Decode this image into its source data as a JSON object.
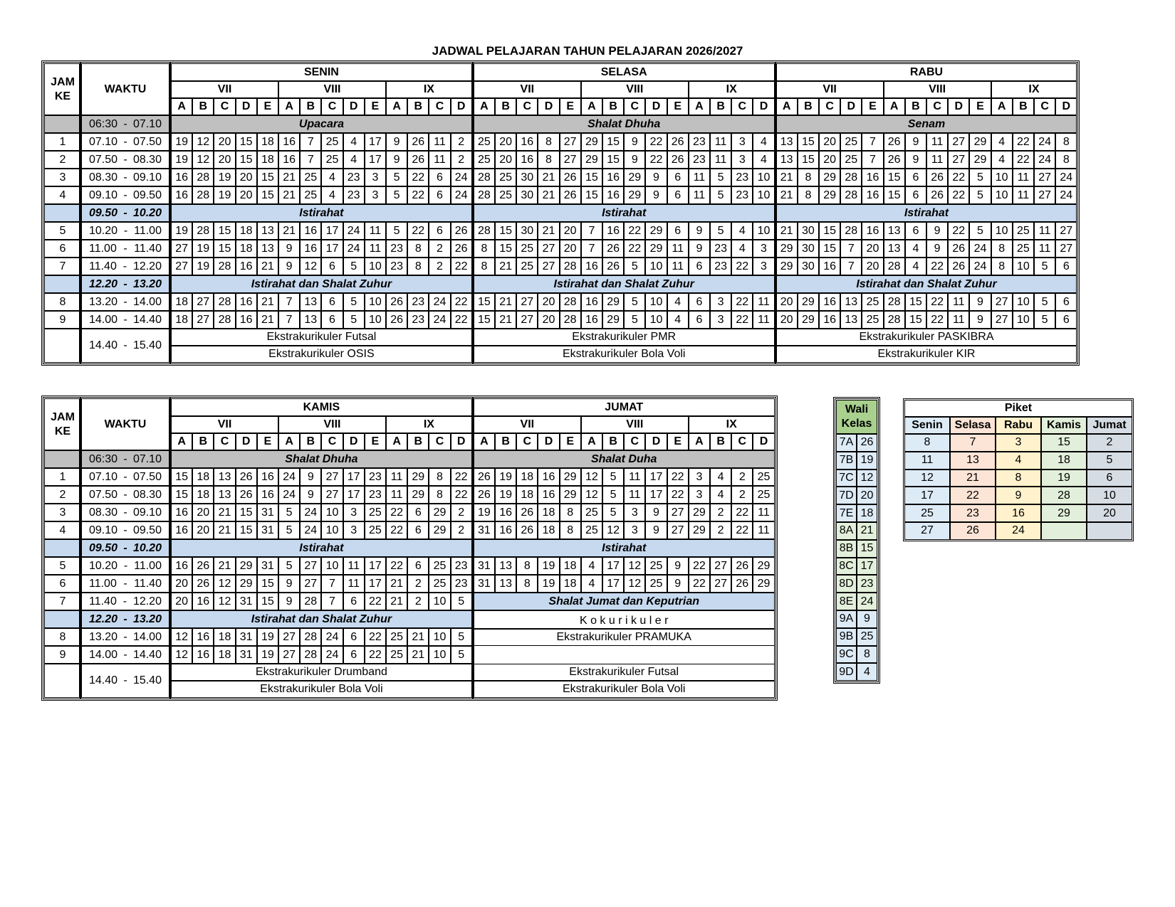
{
  "title": "JADWAL PELAJARAN TAHUN PELAJARAN 2026/2027",
  "labels": {
    "jam": "JAM",
    "ke": "KE",
    "waktu": "WAKTU",
    "grades": [
      "VII",
      "VIII",
      "IX"
    ],
    "classes": [
      [
        "A",
        "B",
        "C",
        "D",
        "E"
      ],
      [
        "A",
        "B",
        "C",
        "D",
        "E"
      ],
      [
        "A",
        "B",
        "C",
        "D"
      ]
    ],
    "dash": "-"
  },
  "rows": [
    {
      "jam": "",
      "start": "06:30",
      "end": "07.10",
      "type": "special"
    },
    {
      "jam": "1",
      "start": "07.10",
      "end": "07.50",
      "type": "lesson"
    },
    {
      "jam": "2",
      "start": "07.50",
      "end": "08.30",
      "type": "lesson"
    },
    {
      "jam": "3",
      "start": "08.30",
      "end": "09.10",
      "type": "lesson"
    },
    {
      "jam": "4",
      "start": "09.10",
      "end": "09.50",
      "type": "lesson"
    },
    {
      "jam": "",
      "start": "09.50",
      "end": "10.20",
      "type": "break"
    },
    {
      "jam": "5",
      "start": "10.20",
      "end": "11.00",
      "type": "lesson"
    },
    {
      "jam": "6",
      "start": "11.00",
      "end": "11.40",
      "type": "lesson"
    },
    {
      "jam": "7",
      "start": "11.40",
      "end": "12.20",
      "type": "lesson"
    },
    {
      "jam": "",
      "start": "12.20",
      "end": "13.20",
      "type": "break"
    },
    {
      "jam": "8",
      "start": "13.20",
      "end": "14.00",
      "type": "lesson"
    },
    {
      "jam": "9",
      "start": "14.00",
      "end": "14.40",
      "type": "lesson"
    },
    {
      "jam": "",
      "start": "14.40",
      "end": "15.40",
      "type": "ekskul"
    }
  ],
  "table1": {
    "days": [
      {
        "name": "SENIN",
        "special": "Upacara",
        "break1": "Istirahat",
        "break2": "Istirahat dan Shalat Zuhur",
        "ekskul": [
          "Ekstrakurikuler Futsal",
          "Ekstrakurikuler OSIS"
        ],
        "lessons": [
          [
            19,
            12,
            20,
            15,
            18,
            16,
            7,
            25,
            4,
            17,
            9,
            26,
            11,
            2
          ],
          [
            19,
            12,
            20,
            15,
            18,
            16,
            7,
            25,
            4,
            17,
            9,
            26,
            11,
            2
          ],
          [
            16,
            28,
            19,
            20,
            15,
            21,
            25,
            4,
            23,
            3,
            5,
            22,
            6,
            24
          ],
          [
            16,
            28,
            19,
            20,
            15,
            21,
            25,
            4,
            23,
            3,
            5,
            22,
            6,
            24
          ],
          [
            19,
            28,
            15,
            18,
            13,
            21,
            16,
            17,
            24,
            11,
            5,
            22,
            6,
            26
          ],
          [
            27,
            19,
            15,
            18,
            13,
            9,
            16,
            17,
            24,
            11,
            23,
            8,
            2,
            26
          ],
          [
            27,
            19,
            28,
            16,
            21,
            9,
            12,
            6,
            5,
            10,
            23,
            8,
            2,
            22
          ],
          [
            18,
            27,
            28,
            16,
            21,
            7,
            13,
            6,
            5,
            10,
            26,
            23,
            24,
            22
          ],
          [
            18,
            27,
            28,
            16,
            21,
            7,
            13,
            6,
            5,
            10,
            26,
            23,
            24,
            22
          ]
        ]
      },
      {
        "name": "SELASA",
        "special": "Shalat Dhuha",
        "break1": "Istirahat",
        "break2": "Istirahat dan Shalat Zuhur",
        "ekskul": [
          "Ekstrakurikuler PMR",
          "Ekstrakurikuler Bola Voli"
        ],
        "lessons": [
          [
            25,
            20,
            16,
            8,
            27,
            29,
            15,
            9,
            22,
            26,
            23,
            11,
            3,
            4
          ],
          [
            25,
            20,
            16,
            8,
            27,
            29,
            15,
            9,
            22,
            26,
            23,
            11,
            3,
            4
          ],
          [
            28,
            25,
            30,
            21,
            26,
            15,
            16,
            29,
            9,
            6,
            11,
            5,
            23,
            10
          ],
          [
            28,
            25,
            30,
            21,
            26,
            15,
            16,
            29,
            9,
            6,
            11,
            5,
            23,
            10
          ],
          [
            28,
            15,
            30,
            21,
            20,
            7,
            16,
            22,
            29,
            6,
            9,
            5,
            4,
            10
          ],
          [
            8,
            15,
            25,
            27,
            20,
            7,
            26,
            22,
            29,
            11,
            9,
            23,
            4,
            3
          ],
          [
            8,
            21,
            25,
            27,
            28,
            16,
            26,
            5,
            10,
            11,
            6,
            23,
            22,
            3
          ],
          [
            15,
            21,
            27,
            20,
            28,
            16,
            29,
            5,
            10,
            4,
            6,
            3,
            22,
            11
          ],
          [
            15,
            21,
            27,
            20,
            28,
            16,
            29,
            5,
            10,
            4,
            6,
            3,
            22,
            11
          ]
        ]
      },
      {
        "name": "RABU",
        "special": "Senam",
        "break1": "Istirahat",
        "break2": "Istirahat dan Shalat Zuhur",
        "ekskul": [
          "Ekstrakurikuler PASKIBRA",
          "Ekstrakurikuler KIR"
        ],
        "lessons": [
          [
            13,
            15,
            20,
            25,
            7,
            26,
            9,
            11,
            27,
            29,
            4,
            22,
            24,
            8
          ],
          [
            13,
            15,
            20,
            25,
            7,
            26,
            9,
            11,
            27,
            29,
            4,
            22,
            24,
            8
          ],
          [
            21,
            8,
            29,
            28,
            16,
            15,
            6,
            26,
            22,
            5,
            10,
            11,
            27,
            24
          ],
          [
            21,
            8,
            29,
            28,
            16,
            15,
            6,
            26,
            22,
            5,
            10,
            11,
            27,
            24
          ],
          [
            21,
            30,
            15,
            28,
            16,
            13,
            6,
            9,
            22,
            5,
            10,
            25,
            11,
            27
          ],
          [
            29,
            30,
            15,
            7,
            20,
            13,
            4,
            9,
            26,
            24,
            8,
            25,
            11,
            27
          ],
          [
            29,
            30,
            16,
            7,
            20,
            28,
            4,
            22,
            26,
            24,
            8,
            10,
            5,
            6
          ],
          [
            20,
            29,
            16,
            13,
            25,
            28,
            15,
            22,
            11,
            9,
            27,
            10,
            5,
            6
          ],
          [
            20,
            29,
            16,
            13,
            25,
            28,
            15,
            22,
            11,
            9,
            27,
            10,
            5,
            6
          ]
        ]
      }
    ]
  },
  "table2": {
    "days": [
      {
        "name": "KAMIS",
        "special": "Shalat Dhuha",
        "break1": "Istirahat",
        "break2": "Istirahat dan Shalat Zuhur",
        "ekskul": [
          "Ekstrakurikuler Drumband",
          "Ekstrakurikuler Bola Voli"
        ],
        "lessons": [
          [
            15,
            18,
            13,
            26,
            16,
            24,
            9,
            27,
            17,
            23,
            11,
            29,
            8,
            22
          ],
          [
            15,
            18,
            13,
            26,
            16,
            24,
            9,
            27,
            17,
            23,
            11,
            29,
            8,
            22
          ],
          [
            16,
            20,
            21,
            15,
            31,
            5,
            24,
            10,
            3,
            25,
            22,
            6,
            29,
            2
          ],
          [
            16,
            20,
            21,
            15,
            31,
            5,
            24,
            10,
            3,
            25,
            22,
            6,
            29,
            2
          ],
          [
            16,
            26,
            21,
            29,
            31,
            5,
            27,
            10,
            11,
            17,
            22,
            6,
            25,
            23
          ],
          [
            20,
            26,
            12,
            29,
            15,
            9,
            27,
            7,
            11,
            17,
            21,
            2,
            25,
            23
          ],
          [
            20,
            16,
            12,
            31,
            15,
            9,
            28,
            7,
            6,
            22,
            21,
            2,
            10,
            5
          ],
          [
            12,
            16,
            18,
            31,
            19,
            27,
            28,
            24,
            6,
            22,
            25,
            21,
            10,
            5
          ],
          [
            12,
            16,
            18,
            31,
            19,
            27,
            28,
            24,
            6,
            22,
            25,
            21,
            10,
            5
          ]
        ]
      },
      {
        "name": "JUMAT",
        "special": "Shalat Duha",
        "break1": "Istirahat",
        "jumat_text": "Shalat Jumat dan Keputrian",
        "kokurikuler": "K o k u r i k u l e r",
        "ekskul": [
          "Ekstrakurikuler PRAMUKA",
          "Ekstrakurikuler Futsal",
          "Ekstrakurikuler Bola Voli"
        ],
        "lessons": [
          [
            26,
            19,
            18,
            16,
            29,
            12,
            5,
            11,
            17,
            22,
            3,
            4,
            2,
            25
          ],
          [
            26,
            19,
            18,
            16,
            29,
            12,
            5,
            11,
            17,
            22,
            3,
            4,
            2,
            25
          ],
          [
            19,
            16,
            26,
            18,
            8,
            25,
            5,
            3,
            9,
            27,
            29,
            2,
            22,
            11
          ],
          [
            31,
            16,
            26,
            18,
            8,
            25,
            12,
            3,
            9,
            27,
            29,
            2,
            22,
            11
          ],
          [
            31,
            13,
            8,
            19,
            18,
            4,
            17,
            12,
            25,
            9,
            22,
            27,
            26,
            29
          ],
          [
            31,
            13,
            8,
            19,
            18,
            4,
            17,
            12,
            25,
            9,
            22,
            27,
            26,
            29
          ]
        ]
      }
    ]
  },
  "wali_kelas": {
    "title_line1": "Wali",
    "title_line2": "Kelas",
    "header_color": "#a9d08e",
    "rows": [
      {
        "kelas": "7A",
        "guru": "26"
      },
      {
        "kelas": "7B",
        "guru": "19"
      },
      {
        "kelas": "7C",
        "guru": "12"
      },
      {
        "kelas": "7D",
        "guru": "20"
      },
      {
        "kelas": "7E",
        "guru": "18"
      },
      {
        "kelas": "8A",
        "guru": "21"
      },
      {
        "kelas": "8B",
        "guru": "15"
      },
      {
        "kelas": "8C",
        "guru": "17"
      },
      {
        "kelas": "8D",
        "guru": "23"
      },
      {
        "kelas": "8E",
        "guru": "24"
      },
      {
        "kelas": "9A",
        "guru": "9"
      },
      {
        "kelas": "9B",
        "guru": "25"
      },
      {
        "kelas": "9C",
        "guru": "8"
      },
      {
        "kelas": "9D",
        "guru": "4"
      }
    ]
  },
  "piket": {
    "title": "Piket",
    "days": [
      "Senin",
      "Selasa",
      "Rabu",
      "Kamis",
      "Jumat"
    ],
    "colors": [
      "#ddebf7",
      "#fce4d6",
      "#fff2cc",
      "#e2efda",
      "#d6dce4"
    ],
    "rows": [
      [
        "8",
        "7",
        "3",
        "15",
        "2"
      ],
      [
        "11",
        "13",
        "4",
        "18",
        "5"
      ],
      [
        "12",
        "21",
        "8",
        "19",
        "6"
      ],
      [
        "17",
        "22",
        "9",
        "28",
        "10"
      ],
      [
        "25",
        "23",
        "16",
        "29",
        "20"
      ],
      [
        "27",
        "26",
        "24",
        "",
        ""
      ]
    ]
  }
}
